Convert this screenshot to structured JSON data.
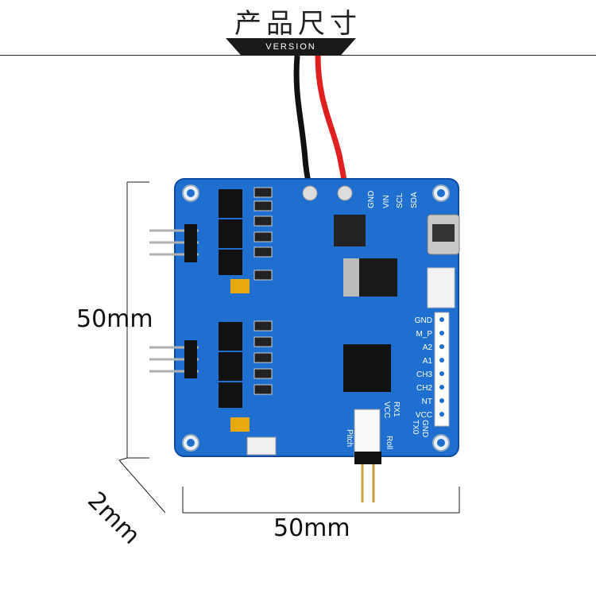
{
  "header": {
    "title": "产品尺寸",
    "subtitle": "VERSION"
  },
  "dimensions": {
    "height": "50mm",
    "width": "50mm",
    "thickness": "2mm"
  },
  "board": {
    "color": "#1f6fd1",
    "top_pins": [
      "GND",
      "VIN",
      "SCL",
      "SDA"
    ],
    "right_pins": [
      "GND",
      "M_P",
      "A2",
      "A1",
      "CH3",
      "CH2",
      "NT",
      "VCC"
    ],
    "bottom_pins": [
      "VCC",
      "RX1",
      "TX0",
      "GND"
    ],
    "axis_labels": [
      "Pitch",
      "Roll"
    ]
  },
  "colors": {
    "wire_red": "#e02020",
    "wire_black": "#111111",
    "board_blue": "#1f6fd1"
  }
}
